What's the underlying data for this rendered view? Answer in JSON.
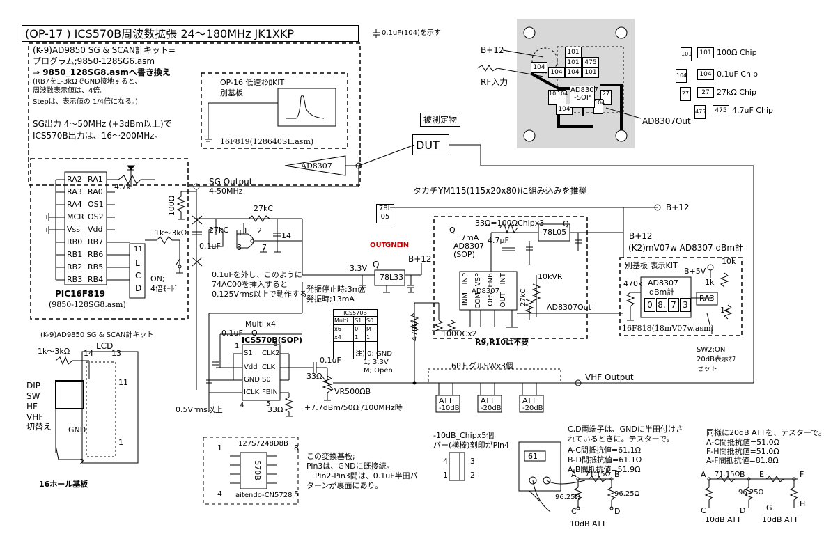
{
  "title": "(OP-17 ) ICS570B周波数拡張  24〜180MHz  JK1XKP",
  "legend_cap": "0.1uF(104)を示す",
  "kit_box": {
    "line1": "(K-9)AD9850 SG & SCAN計キット=",
    "line2": "プログラム;9850-128SG6.asm",
    "line3": "⇒  9850_128SG8.asmへ書き換え",
    "line4": "(RB7を1-3kΩでGND接地すると、",
    "line5": "周波数表示値は、4倍。",
    "line6": "Stepは、表示値の 1/4倍になる。)",
    "line7": "SG出力  4〜50MHz (+3dBm以上)で",
    "line8": "ICS570B出力は、16〜200MHz。"
  },
  "op16": {
    "line1": "OP-16 低速ｵｼﾛKIT",
    "line2": "別基板",
    "prog": "16F819(128640SL.asm)"
  },
  "amp_label": "AD8307",
  "dut": {
    "caption": "被測定物",
    "label": "DUT"
  },
  "pic": {
    "pins_left": [
      "RA2",
      "RA3",
      "RA4",
      "MCR",
      "Vss",
      "RB0",
      "RB1",
      "RB2",
      "RB3"
    ],
    "pins_right": [
      "RA1",
      "RA0",
      "OS1",
      "OS2",
      "Vdd",
      "RB7",
      "RB6",
      "RB5",
      "RB4"
    ],
    "name": "PIC16F819",
    "prog": "(9850-128SG8.asm)",
    "r_value": "4.7k",
    "pullup": "1k〜3kΩ",
    "switch_label": "ON;",
    "switch_label2": "4倍ﾓｰﾄﾞ",
    "lcd_pin": "11",
    "lcd_letters": [
      "L",
      "C",
      "D"
    ]
  },
  "sg_output": {
    "label": "SG Output",
    "range": "4-50MHz"
  },
  "passives": {
    "r100": "100Ω",
    "c01": "0.1uF",
    "r27kc_top": "27kC",
    "r27kc_left": "27kC",
    "pin1": "1",
    "pin2": "2",
    "pin3": "3",
    "pin7": "7",
    "pin14": "14"
  },
  "note_74ac00": {
    "line1": "0.1uFを外し、このように",
    "line2": "74AC00を挿入すると",
    "line3": "0.125Vrms以上で動作する"
  },
  "takachi": "タカチYM115(115x20x80)に組み込みを推奨",
  "reg78l05_part": {
    "name1": "78L",
    "name2": "05",
    "pins": [
      "OUT",
      "GND",
      "IN"
    ]
  },
  "b12_top": "B+12",
  "b12_right": "B+12",
  "v33": "3.3V",
  "q": "Q",
  "reg78l33": {
    "name": "78L33",
    "supply": "B+12"
  },
  "current": {
    "stop": "発振停止時;3mA",
    "run": "発振時;13mA"
  },
  "ics570b": {
    "multi": "Multi x4",
    "q": "Q",
    "name": "ICS570B(SOP)",
    "pins_left": [
      "S1",
      "Vdd",
      "GND",
      "ICLK"
    ],
    "pins_right": [
      "CLK2",
      "CLK",
      "S0",
      "FBIN"
    ],
    "pin1": "1",
    "pin8": "8",
    "pin4": "4",
    "pin5": "5",
    "r33_out": "33Ω",
    "c_in": "0.1uF",
    "input_level": "0.5Vrms以上"
  },
  "mult_table": {
    "title": "ICS570B",
    "headers": [
      "Multi",
      "S1",
      "S0"
    ],
    "rows": [
      [
        "x6",
        "0",
        "M"
      ],
      [
        "x4",
        "1",
        "1"
      ]
    ],
    "note1": "注) 0; GND",
    "note2": "1; 3.3V",
    "note3": "M; Open"
  },
  "output_stage": {
    "c": "0.1uF",
    "r": "33Ω",
    "vr": "VR500ΩB",
    "level": "+7.7dBm/50Ω /100MHz時"
  },
  "r470": "470Ω",
  "ad8307_board": {
    "chipx3": "33Ω=100ΩChipx3",
    "reg": "78L05",
    "q": "Q",
    "ma": "7mA",
    "name": "AD8307",
    "pkg": "(SOP)",
    "cap": "4.7μF",
    "pins_top": [
      "INP",
      "VSP",
      "ENB",
      "INT"
    ],
    "pins_bottom": [
      "INM",
      "COM",
      "OFS",
      "OUT"
    ],
    "vr": "10kVR",
    "r27k": "27kC",
    "chipx2": "100ΩCx2",
    "note": "R9,R10は不要",
    "out_label": "AD8307Out"
  },
  "dbm_meter": {
    "title": "(K2)mV07w AD8307 dBm計",
    "b12": "B+12",
    "sub": "別基板  表示KIT",
    "b5": "B+5V",
    "r470k": "470k",
    "r10k": "10k",
    "r1k_a": "1k",
    "r1k_b": "1k",
    "lcd_title1": "AD8307",
    "lcd_title2": "dBm計",
    "digits": [
      "0",
      "8.",
      "7",
      "3"
    ],
    "ra3": "RA3",
    "prog": "16F818(18mV07w.asm)",
    "sw_note1": "SW2:ON",
    "sw_note2": "20dB表示ｵﾌ",
    "sw_note3": "セット"
  },
  "toggle_label": "6PトグルSWx3個",
  "vhf_output": "VHF Output",
  "att_boxes": [
    {
      "l1": "ATT",
      "l2": "-10dB"
    },
    {
      "l1": "ATT",
      "l2": "-20dB"
    },
    {
      "l1": "ATT",
      "l2": "-20dB"
    }
  ],
  "lcd_conn": {
    "title": "(K-9)AD9850 SG & SCAN計キット",
    "pullup": "1k〜3kΩ",
    "lcd": "LCD",
    "n14": "14",
    "n13": "13",
    "n11": "11",
    "n1": "1",
    "n2": "2",
    "dip": [
      "DIP",
      "SW",
      "HF",
      "VHF",
      "切替え"
    ],
    "gnd": "GND",
    "board": "16ホール基板"
  },
  "ic_pkg": {
    "part": "127S7248D8B",
    "chip": "570B",
    "pins": [
      "1",
      "8",
      "4",
      "5"
    ],
    "vendor": "aitendo-CN5728"
  },
  "conv_note": {
    "line1": "この変換基板;",
    "line2": "Pin3は、GNDに既接続。",
    "line3": "Pin2-Pin3間は、0.1uF半田パ",
    "line4": "ターンが裏面にあり。"
  },
  "chip_note": {
    "line1": "-10dB_Chipx5個",
    "line2": "バー(横棒)刻印がPin4",
    "pins": [
      "4",
      "3",
      "1",
      "2"
    ]
  },
  "meter_reading": "61",
  "cd_note": {
    "line1": "C,D両端子は、GNDに半田付けさ",
    "line2": "れているときに。テスターで。",
    "line3": "A-C間抵抗値=61.1Ω",
    "line4": "B-D間抵抗値=61.1Ω",
    "line5": "A-B間抵抗値=51.9Ω"
  },
  "att10": {
    "a": "A",
    "b": "B",
    "c": "C",
    "d": "D",
    "r_series": "71.15Ω",
    "r_shunt1": "96.25Ω",
    "r_shunt2": "96.25Ω",
    "caption": "10dB ATT"
  },
  "att20_note": {
    "line1": "同様に20dB ATTを、テスターで。",
    "line2": "A-C間抵抗値=51.0Ω",
    "line3": "F-H間抵抗値=51.0Ω",
    "line4": "A-F間抵抗値=81.8Ω"
  },
  "att20": {
    "a": "A",
    "b": "B",
    "e": "E",
    "f": "F",
    "c": "C",
    "d": "D",
    "g": "G",
    "h": "H",
    "r_series": "71.15Ω",
    "r_shunt": "96.25Ω",
    "caption1": "10dB ATT",
    "caption2": "10dB ATT"
  },
  "pcb_photo": {
    "b12": "B+12",
    "rf": "RF入力",
    "chip": "AD8307",
    "chip_sub": "-SOP",
    "out": "AD8307Out",
    "cells": [
      "101",
      "101",
      "475",
      "104",
      "104",
      "104",
      "101",
      "101",
      "104",
      "27",
      "104",
      "104"
    ]
  },
  "chip_legend": [
    {
      "code": "101",
      "desc": "100Ω Chip"
    },
    {
      "code": "104",
      "desc": "0.1uF Chip"
    },
    {
      "code": "27",
      "desc": "27kΩ Chip"
    },
    {
      "code": "475",
      "desc": "4.7uF Chip"
    }
  ]
}
